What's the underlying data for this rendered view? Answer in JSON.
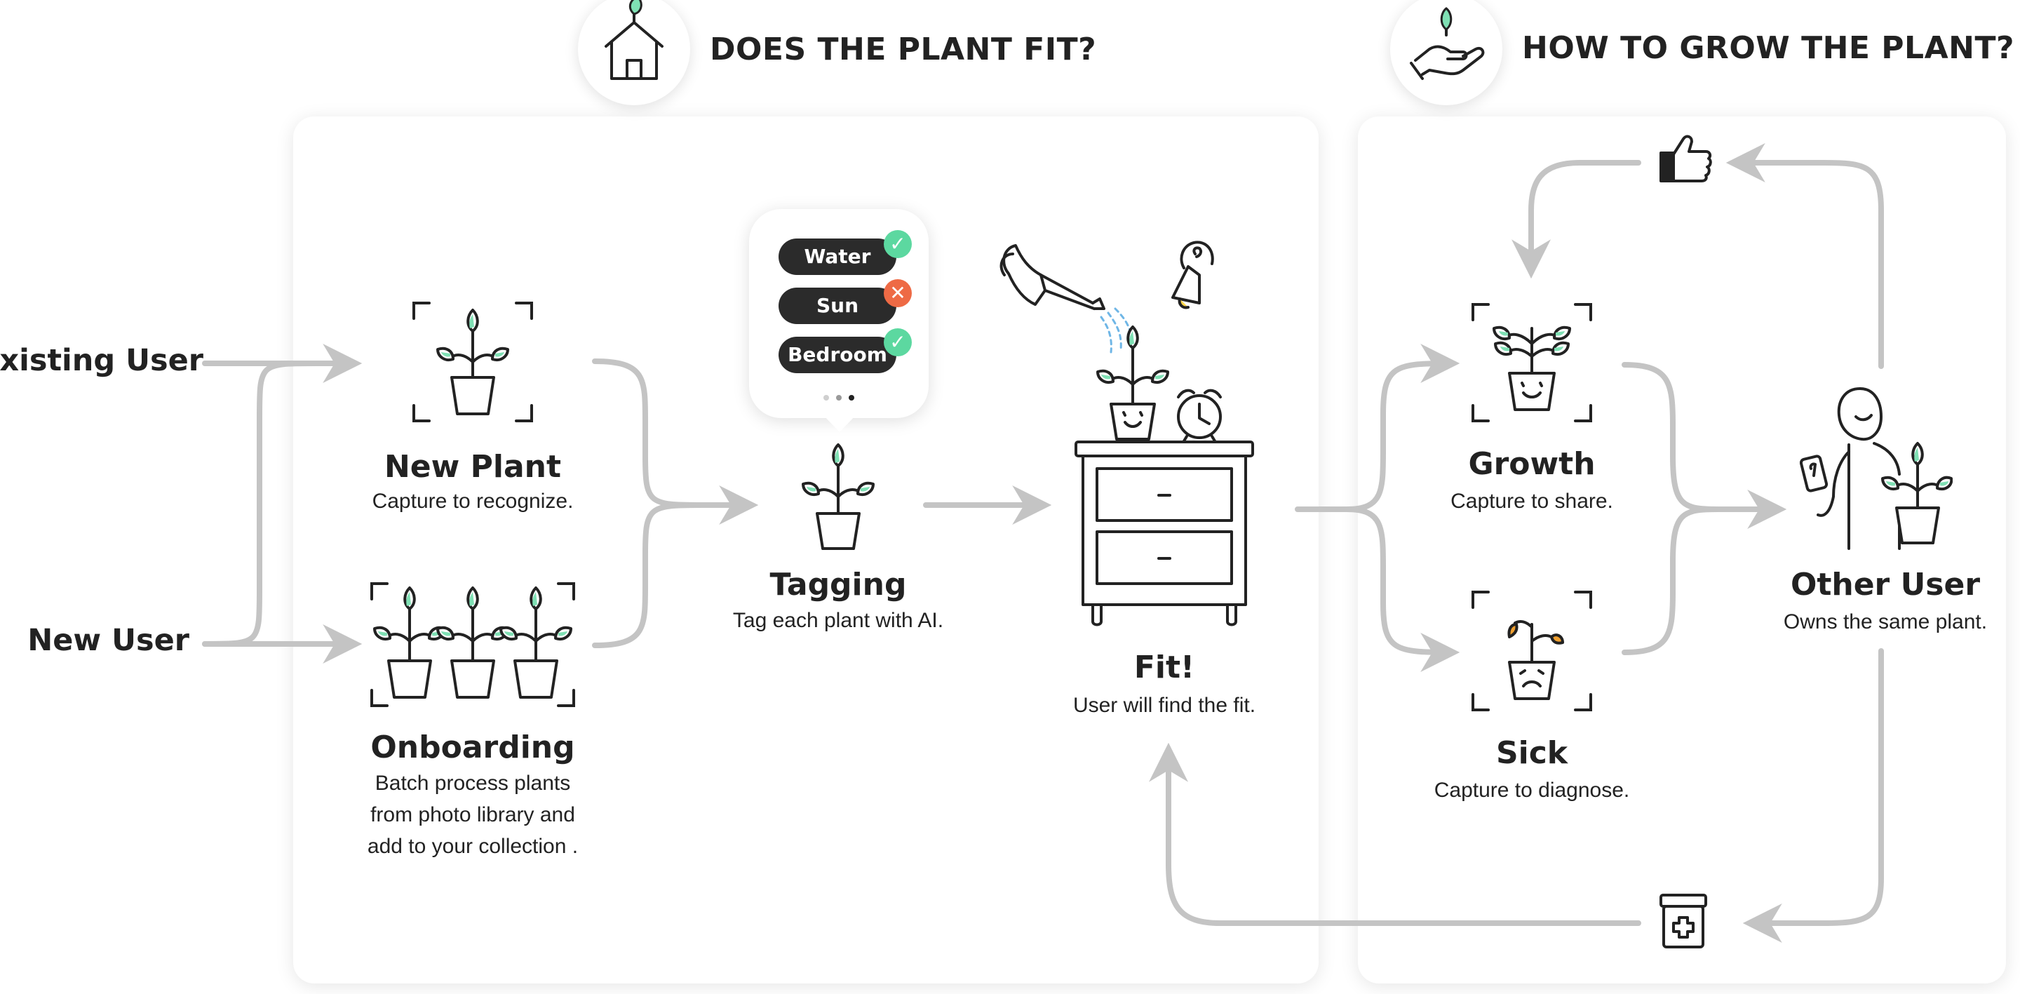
{
  "colors": {
    "arrow": "#c4c4c4",
    "ink": "#222222",
    "leaf_accent": "#7fe0b4",
    "sick_accent": "#f0a030",
    "check": "#5cd8a0",
    "cross": "#ee6a45"
  },
  "sections": {
    "fit": {
      "title": "DOES THE PLANT FIT?",
      "icon": "house-plant-icon"
    },
    "grow": {
      "title": "HOW TO GROW THE PLANT?",
      "icon": "hand-plant-icon"
    }
  },
  "users": {
    "existing": "Existing User",
    "new": "New User"
  },
  "nodes": {
    "new_plant": {
      "title": "New Plant",
      "desc": "Capture to recognize."
    },
    "onboarding": {
      "title": "Onboarding",
      "desc_lines": [
        "Batch process plants",
        "from photo library and",
        "add to your collection ."
      ]
    },
    "tagging": {
      "title": "Tagging",
      "desc": "Tag each plant with AI."
    },
    "fit": {
      "title": "Fit!",
      "desc": "User will find the fit."
    },
    "growth": {
      "title": "Growth",
      "desc": "Capture to share."
    },
    "sick": {
      "title": "Sick",
      "desc": "Capture to diagnose."
    },
    "other_user": {
      "title": "Other User",
      "desc": "Owns the same plant."
    }
  },
  "tags": [
    {
      "label": "Water",
      "status": "check"
    },
    {
      "label": "Sun",
      "status": "cross"
    },
    {
      "label": "Bedroom",
      "status": "check"
    }
  ],
  "icons": {
    "thumbs_up": "thumbs-up-icon",
    "medicine": "medicine-jar-icon",
    "watering_can": "watering-can-icon",
    "lamp": "lamp-icon",
    "clock": "alarm-clock-icon",
    "nightstand": "nightstand-icon"
  }
}
